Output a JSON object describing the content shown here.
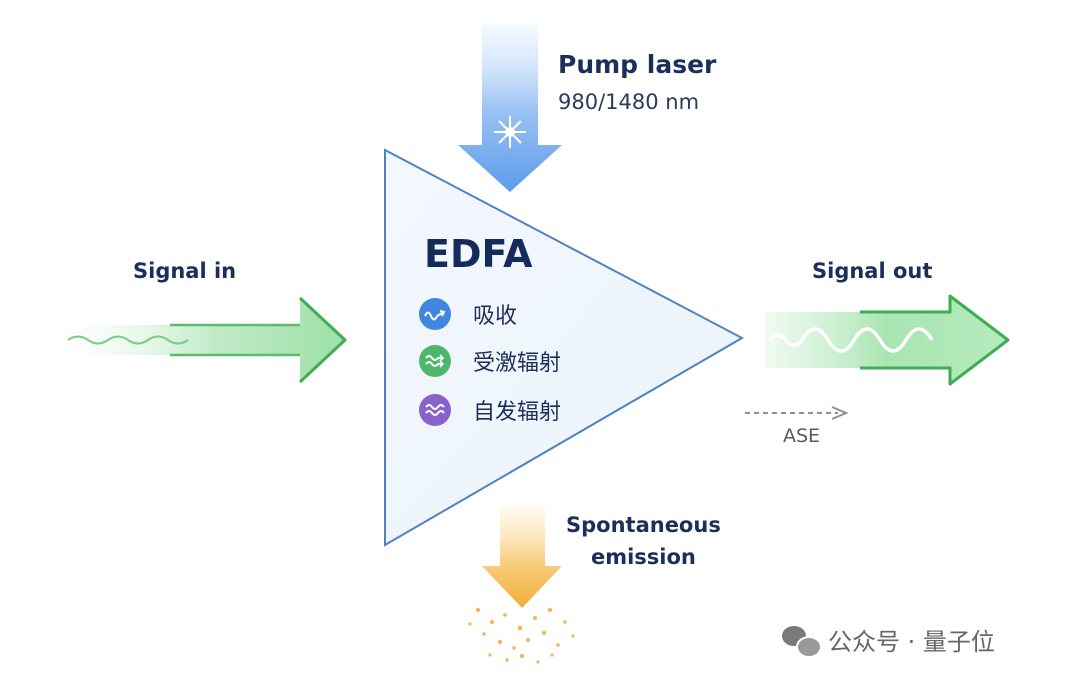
{
  "pump": {
    "title": "Pump laser",
    "wavelength": "980/1480 nm"
  },
  "signal_in": "Signal in",
  "signal_out": "Signal out",
  "ase": "ASE",
  "spontaneous": {
    "line1": "Spontaneous",
    "line2": "emission"
  },
  "amplifier": {
    "title": "EDFA"
  },
  "processes": [
    {
      "label": "吸收",
      "icon": "absorption-wave-icon",
      "color": "#3f86e0"
    },
    {
      "label": "受激辐射",
      "icon": "stimulated-emission-icon",
      "color": "#4cb86c"
    },
    {
      "label": "自发辐射",
      "icon": "spontaneous-emission-icon",
      "color": "#8a62cc"
    }
  ],
  "watermark": {
    "text": "公众号 · 量子位",
    "icon": "wechat-icon"
  }
}
